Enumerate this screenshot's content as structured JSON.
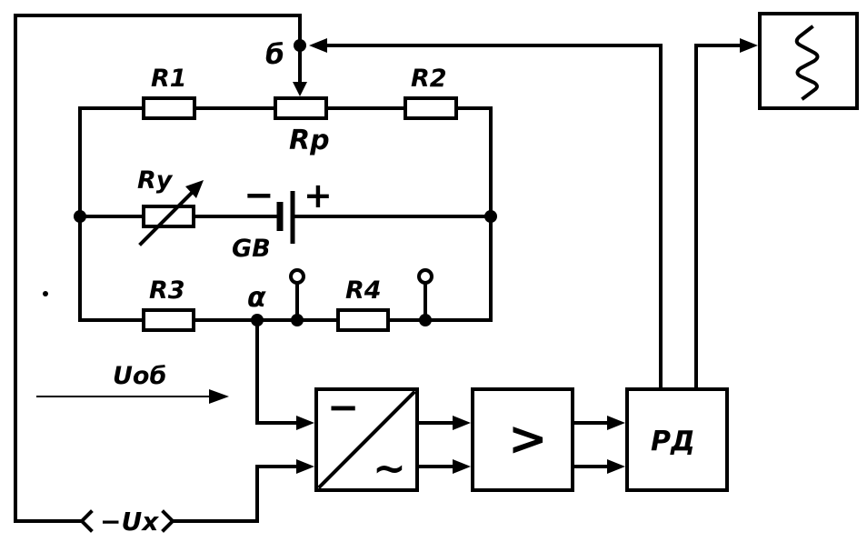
{
  "labels": {
    "r1": "R1",
    "r2": "R2",
    "rp": "Rр",
    "ry": "Rу",
    "gb": "GB",
    "battery_minus": "−",
    "battery_plus": "+",
    "r3": "R3",
    "r4": "R4",
    "node_a": "α",
    "node_b": "б",
    "u_ob": "Uоб",
    "u_x": "−Uх",
    "converter_dc": "−",
    "converter_ac": "~",
    "amplifier": ">",
    "rd": "РД"
  }
}
